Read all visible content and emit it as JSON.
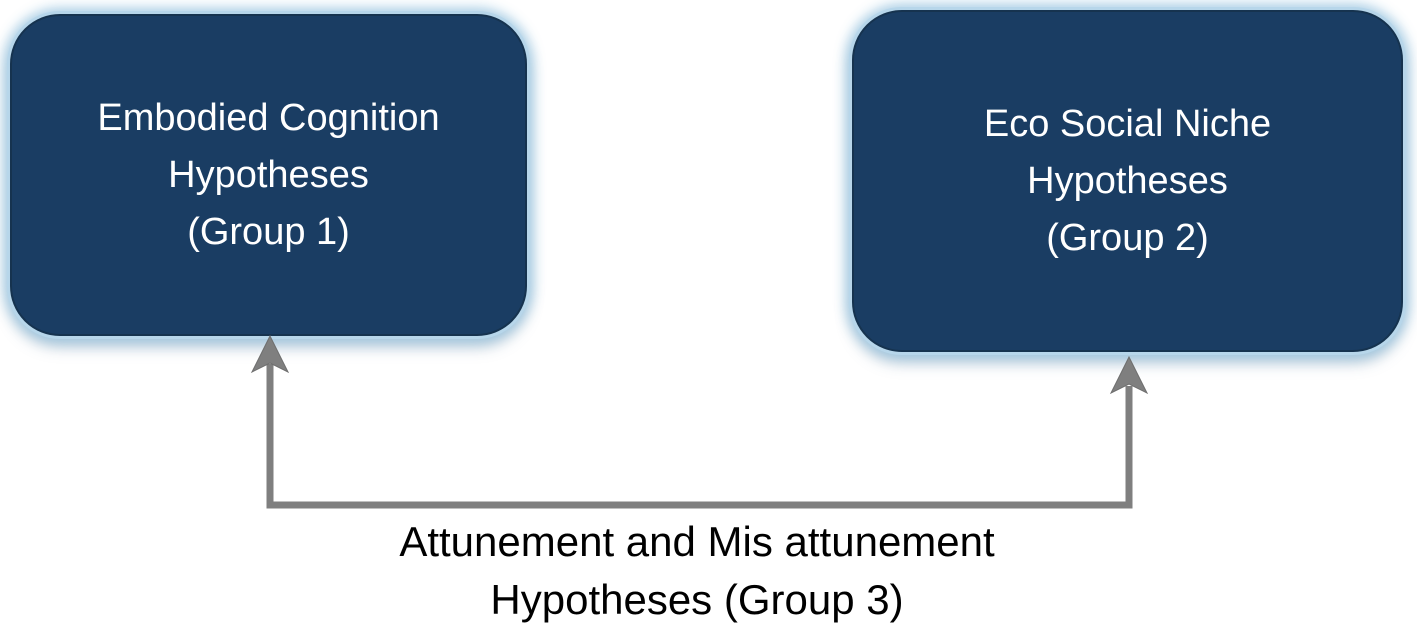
{
  "boxes": [
    {
      "id": "group-1",
      "lines": [
        "Embodied Cognition",
        "Hypotheses",
        "(Group 1)"
      ],
      "full_text": "Embodied Cognition Hypotheses (Group 1)"
    },
    {
      "id": "group-2",
      "lines": [
        "Eco Social Niche",
        "Hypotheses",
        "(Group 2)"
      ],
      "full_text": "Eco Social Niche Hypotheses (Group 2)"
    }
  ],
  "connector": {
    "label_lines": [
      "Attunement and Mis attunement",
      "Hypotheses (Group 3)"
    ],
    "full_label": "Attunement and Mis attunement Hypotheses (Group 3)",
    "arrow_targets": [
      "group-1",
      "group-2"
    ],
    "style": "elbow-line-with-two-up-arrowheads"
  },
  "colors": {
    "background": "#ffffff",
    "box_fill": "#1a3d63",
    "box_glow": "#a5cbe2",
    "box_text": "#ffffff",
    "connector_line": "#7f7f7f",
    "label_text": "#000000"
  }
}
